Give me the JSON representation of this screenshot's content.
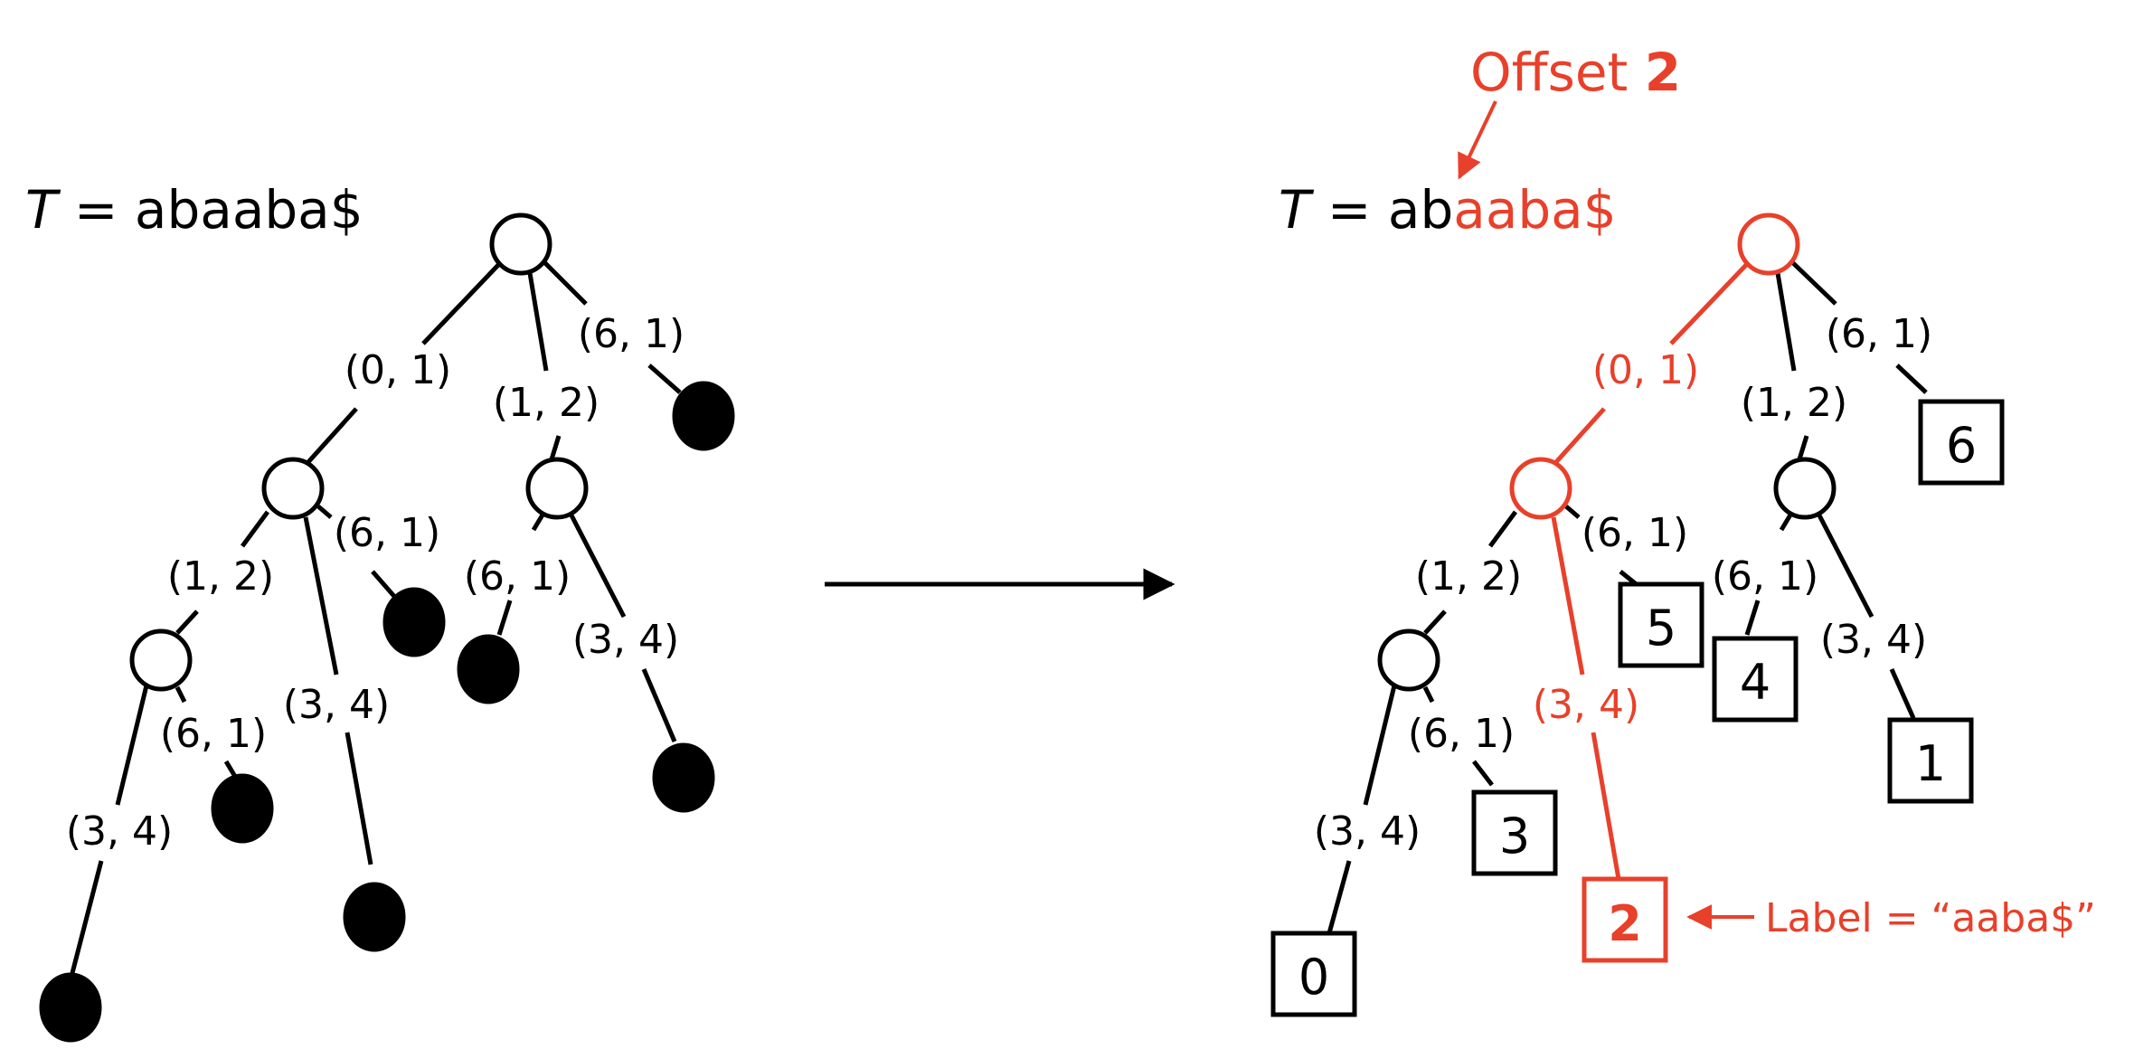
{
  "colors": {
    "black": "#000000",
    "highlight": "#e8402a"
  },
  "left_tree": {
    "title_var": "T",
    "title_eq": " = ",
    "title_text": "abaaba$",
    "edge_labels": [
      "(0, 1)",
      "(1, 2)",
      "(6, 1)",
      "(1, 2)",
      "(3, 4)",
      "(6, 1)",
      "(6, 1)",
      "(3, 4)",
      "(3, 4)",
      "(6, 1)"
    ]
  },
  "right_tree": {
    "title_var": "T",
    "title_eq": " = ",
    "title_prefix": "ab",
    "title_highlight": "aaba$",
    "offset_label": "Offset ",
    "offset_value": "2",
    "edge_labels": [
      "(0, 1)",
      "(1, 2)",
      "(6, 1)",
      "(1, 2)",
      "(3, 4)",
      "(6, 1)",
      "(6, 1)",
      "(3, 4)",
      "(3, 4)",
      "(6, 1)"
    ],
    "leaf_values": [
      "6",
      "5",
      "4",
      "1",
      "3",
      "2",
      "0"
    ],
    "label_note": "Label = “aaba$”"
  }
}
